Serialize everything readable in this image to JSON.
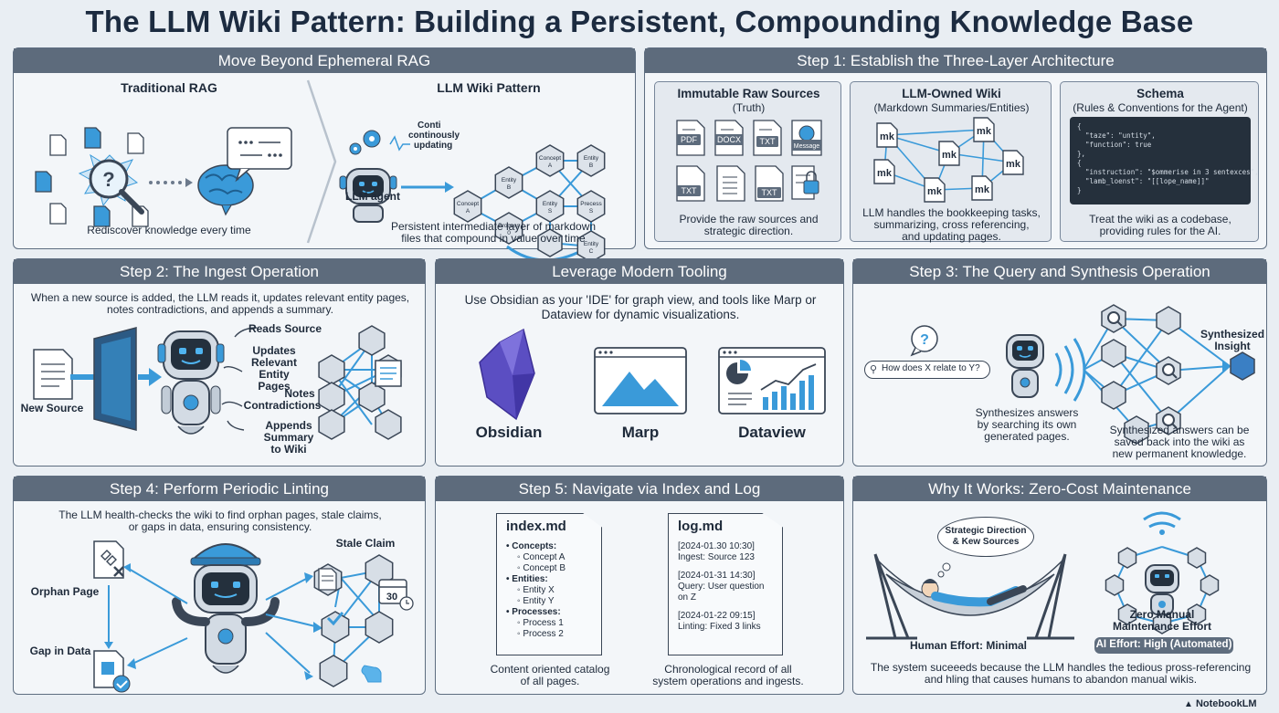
{
  "title": "The LLM Wiki Pattern: Building a Persistent, Compounding Knowledge Base",
  "brand": "NotebookLM",
  "rag": {
    "title": "Move Beyond Ephemeral RAG",
    "left_title": "Traditional RAG",
    "left_caption": "Rediscover knowledge every time",
    "right_title": "LLM Wiki Pattern",
    "updating": [
      "Conti",
      "continously",
      "updating"
    ],
    "agent_label": "LLM agent",
    "right_caption": [
      "Persistent intermediate layer of markdown",
      "files that compound in value over time"
    ],
    "nodes": [
      "Concept A",
      "Entity B",
      "Concept A",
      "Entity B",
      "Entity S",
      "Precess S",
      "Process 0",
      "Entity C"
    ]
  },
  "step1": {
    "title": "Step 1: Establish the Three-Layer Architecture",
    "raw": {
      "title": "Immutable Raw Sources",
      "subtitle": "(Truth)",
      "labels": [
        "PDF",
        "DOCX",
        "TXT",
        "Message",
        "TXT",
        "TXT"
      ],
      "caption": [
        "Provide the raw sources and",
        "strategic direction."
      ]
    },
    "wiki": {
      "title": "LLM-Owned Wiki",
      "subtitle": "(Markdown Summaries/Entities)",
      "node_label": "mk",
      "caption": [
        "LLM handles the bookkeeping tasks,",
        "summarizing, cross referencing,",
        "and updating pages."
      ]
    },
    "schema": {
      "title": "Schema",
      "subtitle": "(Rules & Conventions for the Agent)",
      "code": "{\n  \"taze\": \"untity\",\n  \"function\": true\n},\n{\n  \"instruction\": \"$ommerise in 3 sentexces\",\n  \"lamb_loenst\": \"[[lope_name]]\"\n}",
      "caption": [
        "Treat the wiki as a codebase,",
        "providing rules for the AI."
      ]
    }
  },
  "step2": {
    "title": "Step 2: The Ingest Operation",
    "desc": [
      "When a new source is added, the LLM reads it, updates relevant entity pages,",
      "notes contradictions, and appends a summary."
    ],
    "new_source": "New Source",
    "actions": [
      [
        "Reads Source"
      ],
      [
        "Updates",
        "Relevant",
        "Entity Pages"
      ],
      [
        "Notes",
        "Contradictions"
      ],
      [
        "Appends",
        "Summary",
        "to Wiki"
      ]
    ]
  },
  "tooling": {
    "title": "Leverage Modern Tooling",
    "desc": [
      "Use Obsidian as your 'IDE' for graph view, and tools like Marp or",
      "Dataview for dynamic visualizations."
    ],
    "tools": [
      "Obsidian",
      "Marp",
      "Dataview"
    ]
  },
  "step3": {
    "title": "Step 3: The Query and Synthesis Operation",
    "query": "How does X relate to Y?",
    "insight": [
      "Synthesized",
      "Insight"
    ],
    "caption_left": [
      "Synthesizes answers",
      "by searching its own",
      "generated pages."
    ],
    "caption_right": [
      "Synthesized answers can be",
      "saved back into the wiki as",
      "new permanent knowledge."
    ]
  },
  "step4": {
    "title": "Step 4: Perform Periodic Linting",
    "desc": [
      "The LLM health-checks the wiki to find orphan pages, stale claims,",
      "or gaps in data, ensuring consistency."
    ],
    "stale_claim": "Stale Claim",
    "orphan_page": "Orphan Page",
    "gap_in_data": "Gap in Data",
    "calendar_day": "30"
  },
  "step5": {
    "title": "Step 5: Navigate via Index and Log",
    "index": {
      "name": "index.md",
      "lines": [
        "• Concepts:",
        "◦ Concept A",
        "◦ Concept B",
        "• Entities:",
        "◦ Entity X",
        "◦ Entity Y",
        "• Processes:",
        "◦ Process 1",
        "◦ Process 2"
      ],
      "caption": [
        "Content oriented catalog",
        "of all pages."
      ]
    },
    "log": {
      "name": "log.md",
      "lines": [
        "[2024-01.30 10:30]",
        "Ingest: Source 123",
        "[2024-01-31 14:30]",
        "Query: User question",
        "on Z",
        "[2024-01-22 09:15]",
        "Linting: Fixed 3 links"
      ],
      "caption": [
        "Chronological record of all",
        "system operations and ingests."
      ]
    }
  },
  "why": {
    "title": "Why It Works: Zero-Cost Maintenance",
    "thought": [
      "Strategic Direction",
      "& Kew Sources"
    ],
    "human": "Human Effort: Minimal",
    "zero": [
      "Zero Manual",
      "Maintenance Effort"
    ],
    "ai": "AI Effort: High (Automated)",
    "caption": [
      "The system suceeeds because the LLM handles the tedious pross-referencing",
      "and hling that causes humans to abandon manual wikis."
    ]
  },
  "colors": {
    "accent": "#3a9ad9",
    "header": "#5d6b7c",
    "ink": "#1e2a3a",
    "panel": "#f3f6f9"
  }
}
